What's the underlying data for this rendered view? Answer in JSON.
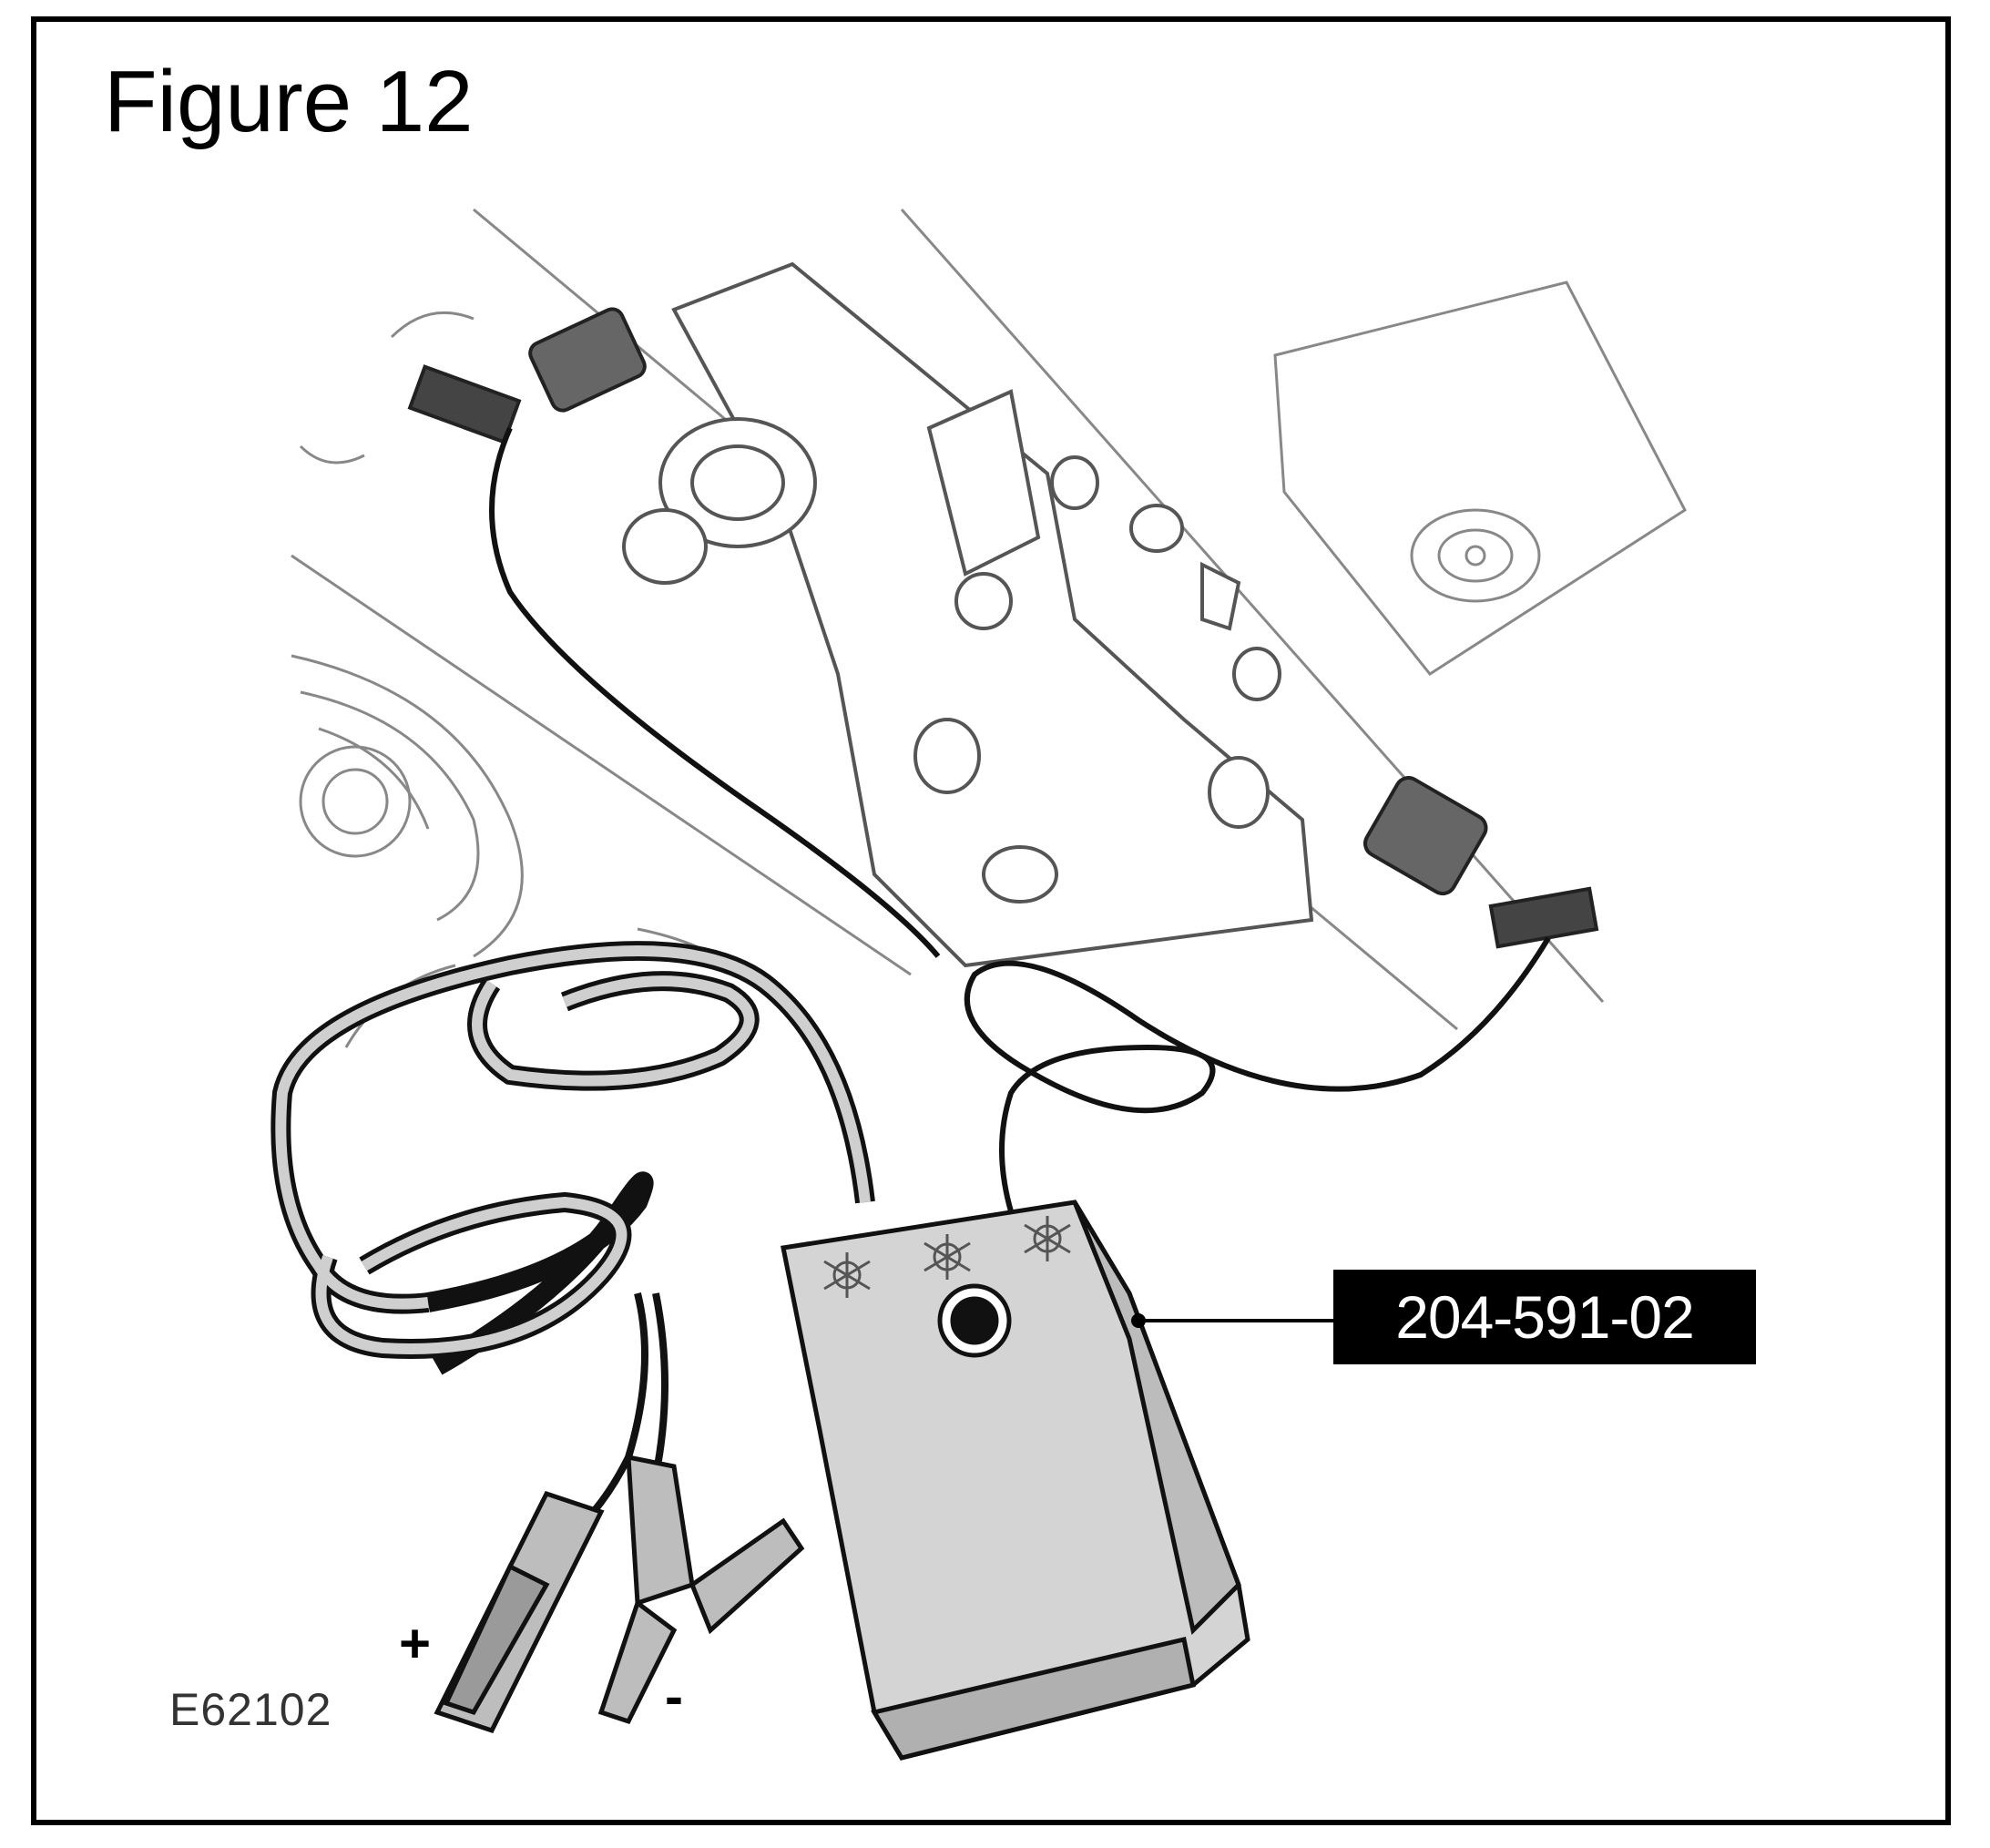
{
  "figure": {
    "title": "Figure 12",
    "part_number_label": "204-591-02",
    "illustration_code": "E62102",
    "clamp_positive": "+",
    "clamp_negative": "-"
  },
  "colors": {
    "border": "#000000",
    "label_background": "#000000",
    "label_text": "#ffffff",
    "tool_body": "#d4d4d4",
    "cable": "#cfcfcf"
  }
}
